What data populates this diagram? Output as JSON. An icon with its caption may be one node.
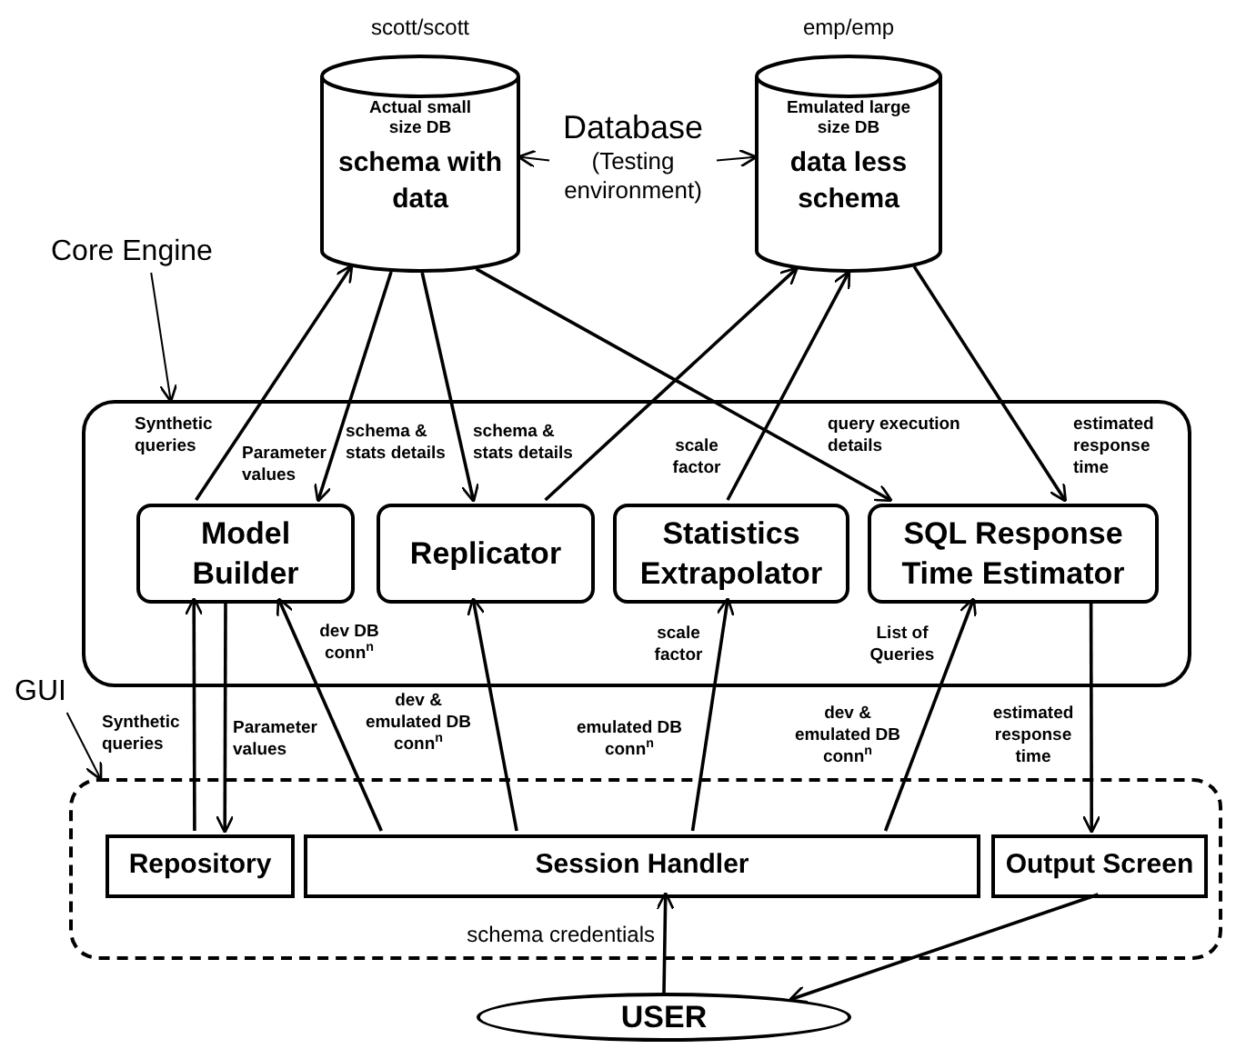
{
  "diagram": {
    "nodes": [
      {
        "text": [
          "Actual small size DB",
          "schema with data"
        ],
        "beside": [
          "scott/scott"
        ]
      },
      {
        "text": [
          "Database",
          "(Testing environment)"
        ]
      },
      {
        "text": [
          "Emulated large size DB",
          "data less schema"
        ],
        "beside": [
          "emp/emp"
        ]
      },
      {
        "text": [
          "Core Engine"
        ]
      },
      {
        "text": [],
        "shape": "box"
      },
      {
        "text": [
          "Model Builder"
        ],
        "in": 4
      },
      {
        "text": [
          "Replicator"
        ],
        "in": 4
      },
      {
        "text": [
          "Statistics Extrapolator"
        ],
        "in": 4
      },
      {
        "text": [
          "SQL Response Time Estimator"
        ],
        "in": 4
      },
      {
        "text": [
          "GUI"
        ]
      },
      {
        "text": [],
        "shape": "box"
      },
      {
        "text": [
          "Repository"
        ],
        "in": 10
      },
      {
        "text": [
          "Session Handler"
        ],
        "in": 10
      },
      {
        "text": [
          "Output Screen"
        ],
        "in": 10
      },
      {
        "text": [
          "USER"
        ]
      }
    ],
    "edges": [
      {
        "from": 1,
        "to": 0,
        "arrow": "to"
      },
      {
        "from": 1,
        "to": 2,
        "arrow": "to"
      },
      {
        "from": 3,
        "to": 4,
        "arrow": "to"
      },
      {
        "from": 5,
        "to": 0,
        "arrow": "to",
        "label": "Synthetic queries"
      },
      {
        "from": 0,
        "to": 5,
        "arrow": "to",
        "label": "schema & stats details"
      },
      {
        "from": 0,
        "to": 6,
        "arrow": "to",
        "label": "schema & stats details"
      },
      {
        "from": 0,
        "to": 8,
        "arrow": "to",
        "label": "query execution details"
      },
      {
        "from": 6,
        "to": 2,
        "arrow": "to"
      },
      {
        "from": 7,
        "to": 2,
        "arrow": "to",
        "label": "scale factor"
      },
      {
        "from": 2,
        "to": 8,
        "arrow": "to",
        "label": "estimated response time"
      },
      {
        "from": 11,
        "to": 5,
        "arrow": "to",
        "label": "Synthetic queries"
      },
      {
        "from": 5,
        "to": 11,
        "arrow": "to",
        "label": "Parameter values"
      },
      {
        "from": 12,
        "to": 5,
        "arrow": "to",
        "label": "dev DB conn$^{n}$"
      },
      {
        "from": 12,
        "to": 6,
        "arrow": "to",
        "label": "dev & emulated DB conn$^{n}$"
      },
      {
        "from": 12,
        "to": 7,
        "arrow": "to",
        "label": "emulated DB conn$^{n}$"
      },
      {
        "from": 12,
        "to": 8,
        "arrow": "to",
        "label": "dev & emulated DB conn$^{n}$"
      },
      {
        "from": 8,
        "to": 13,
        "arrow": "to",
        "label": "estimated response time"
      },
      {
        "from": 14,
        "to": 12,
        "arrow": "to",
        "label": "schema credentials"
      },
      {
        "from": 13,
        "to": 14,
        "arrow": "to"
      },
      {
        "from": 9,
        "to": 10,
        "arrow": "to"
      }
    ],
    "labels": [
      "Parameter values",
      "scale factor",
      "List of Queries"
    ]
  }
}
